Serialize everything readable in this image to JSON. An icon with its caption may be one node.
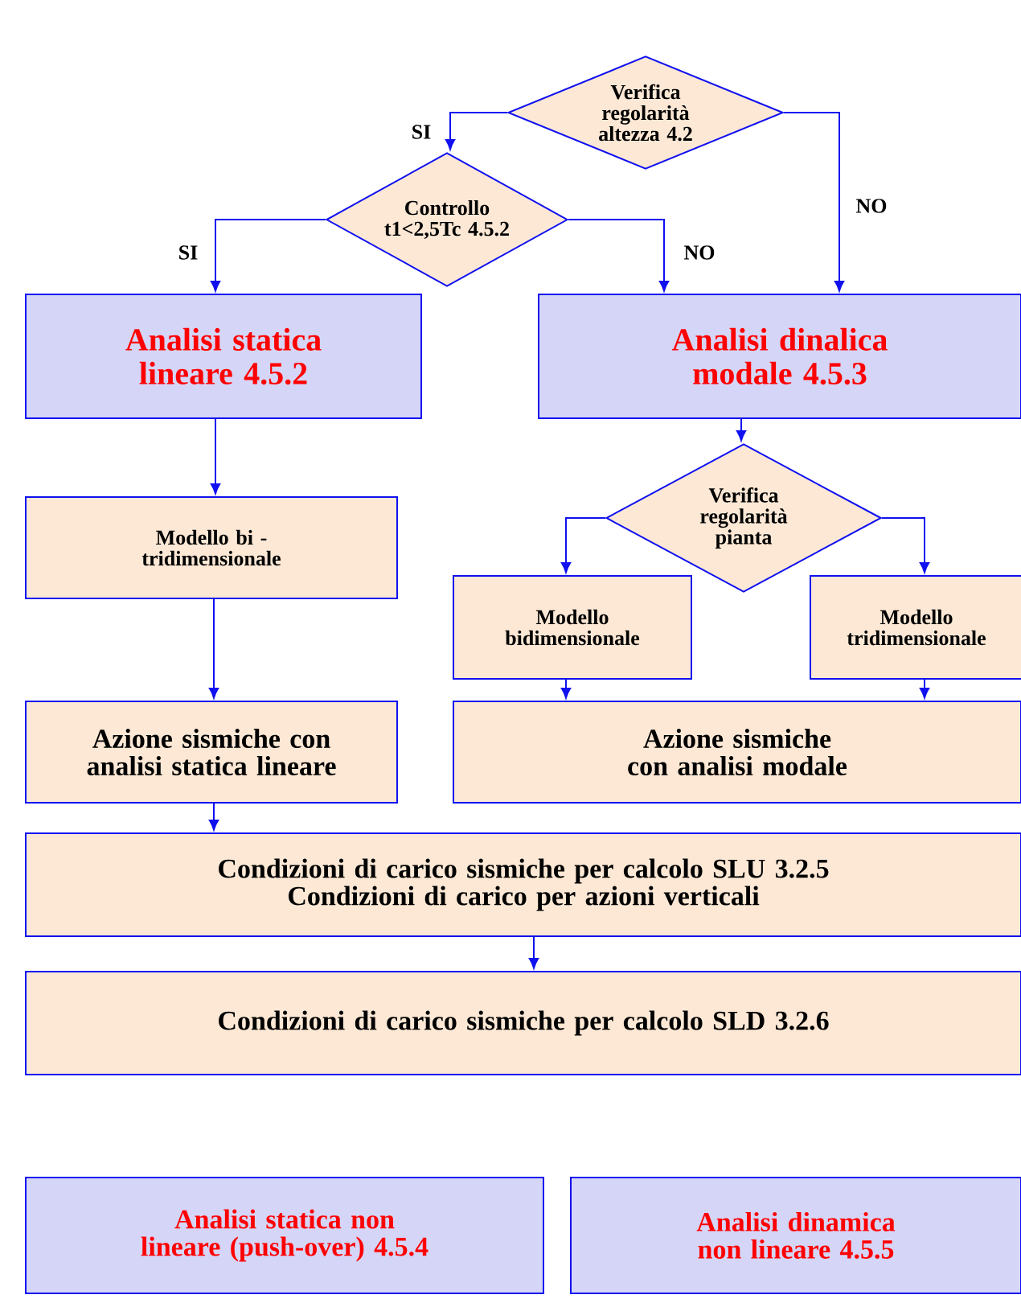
{
  "diagram": {
    "nodes": [
      {
        "text": [
          "Verifica regolarità altezza 4.2"
        ]
      },
      {
        "text": [
          "Controllo t1<2,5Tc 4.5.2"
        ]
      },
      {
        "text": [
          "Analisi statica lineare 4.5.2"
        ]
      },
      {
        "text": [
          "Analisi dinalica modale 4.5.3"
        ]
      },
      {
        "text": [
          "Verifica regolarità pianta"
        ]
      },
      {
        "text": [
          "Modello bi - tridimensionale"
        ]
      },
      {
        "text": [
          "Modello bidimensionale"
        ]
      },
      {
        "text": [
          "Modello tridimensionale"
        ]
      },
      {
        "text": [
          "Azione sismiche con analisi statica lineare"
        ]
      },
      {
        "text": [
          "Azione sismiche con analisi modale"
        ]
      },
      {
        "text": [
          "Condizioni di carico sismiche per calcolo SLU 3.2.5",
          "Condizioni di carico per azioni verticali"
        ]
      },
      {
        "text": [
          "Condizioni di carico sismiche per calcolo SLD 3.2.6"
        ]
      },
      {
        "text": [
          "Analisi statica non lineare (push-over) 4.5.4"
        ]
      },
      {
        "text": [
          "Analisi dinamica  non lineare 4.5.5"
        ]
      }
    ],
    "edges": [
      {
        "from": 0,
        "to": 1,
        "arrow": "to",
        "label": "SI"
      },
      {
        "from": 0,
        "to": 3,
        "arrow": "to",
        "label": "NO"
      },
      {
        "from": 1,
        "to": 2,
        "arrow": "to",
        "label": "SI"
      },
      {
        "from": 1,
        "to": 3,
        "arrow": "to",
        "label": "NO"
      },
      {
        "from": 2,
        "to": 5,
        "arrow": "to"
      },
      {
        "from": 3,
        "to": 4,
        "arrow": "to"
      },
      {
        "from": 4,
        "to": 6,
        "arrow": "to"
      },
      {
        "from": 4,
        "to": 7,
        "arrow": "to"
      },
      {
        "from": 5,
        "to": 8,
        "arrow": "to"
      },
      {
        "from": 6,
        "to": 9,
        "arrow": "to"
      },
      {
        "from": 7,
        "to": 9,
        "arrow": "to"
      },
      {
        "from": 8,
        "to": 10,
        "arrow": "to"
      },
      {
        "from": 10,
        "to": 11,
        "arrow": "to"
      }
    ]
  }
}
